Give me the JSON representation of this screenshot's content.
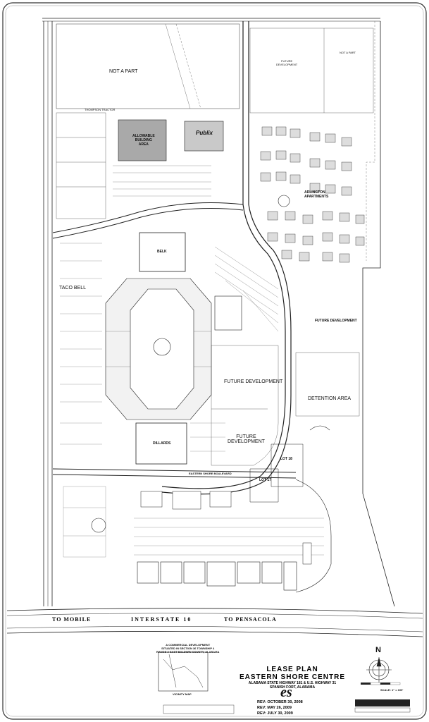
{
  "map": {
    "labels": {
      "not_a_part_top": "NOT A PART",
      "not_a_part_right": "NOT A PART",
      "future_development_top": "FUTURE\nDEVELOPMENT",
      "thompson_tractor": "THOMPSON TRACTOR",
      "allowable_building_area": "ALLOWABLE\nBUILDING\nAREA",
      "publix": "Publix",
      "arlington_apartments": "ARLINGTON\nAPARTMENTS",
      "belk": "BELK",
      "taco_bell": "TACO BELL",
      "future_development_right": "FUTURE DEVELOPMENT",
      "future_development_center": "FUTURE DEVELOPMENT",
      "detention_area": "DETENTION AREA",
      "dillards": "DILLARDS",
      "future_development_lower": "FUTURE\nDEVELOPMENT",
      "lot_18": "LOT 18",
      "lot_17": "LOT 17",
      "eastern_shore_boulevard": "EASTERN SHORE BOULEVARD",
      "to_mobile": "TO MOBILE",
      "interstate_10": "INTERSTATE 10",
      "to_pensacola": "TO PENSACOLA"
    }
  },
  "title_block": {
    "lease_plan": "LEASE PLAN",
    "centre_name": "EASTERN SHORE CENTRE",
    "highways": "ALABAMA STATE HIGHWAY 181 & U.S. HIGHWAY 31",
    "location": "SPANISH FORT, ALABAMA",
    "revisions": [
      "REV: OCTOBER 30, 2008",
      "REV: MAY 26, 2009",
      "REV: JULY 30, 2009"
    ],
    "vicinity_caption": "A COMMERCIAL DEVELOPMENT\nSITUATED IN SECTION 36 TOWNSHIP 4\nRANGE 2 EAST BALDWIN COUNTY, ALABAMA",
    "vicinity_map_label": "VICINITY MAP",
    "north_label": "N",
    "scale": "SCALE: 1\" = 100'"
  }
}
